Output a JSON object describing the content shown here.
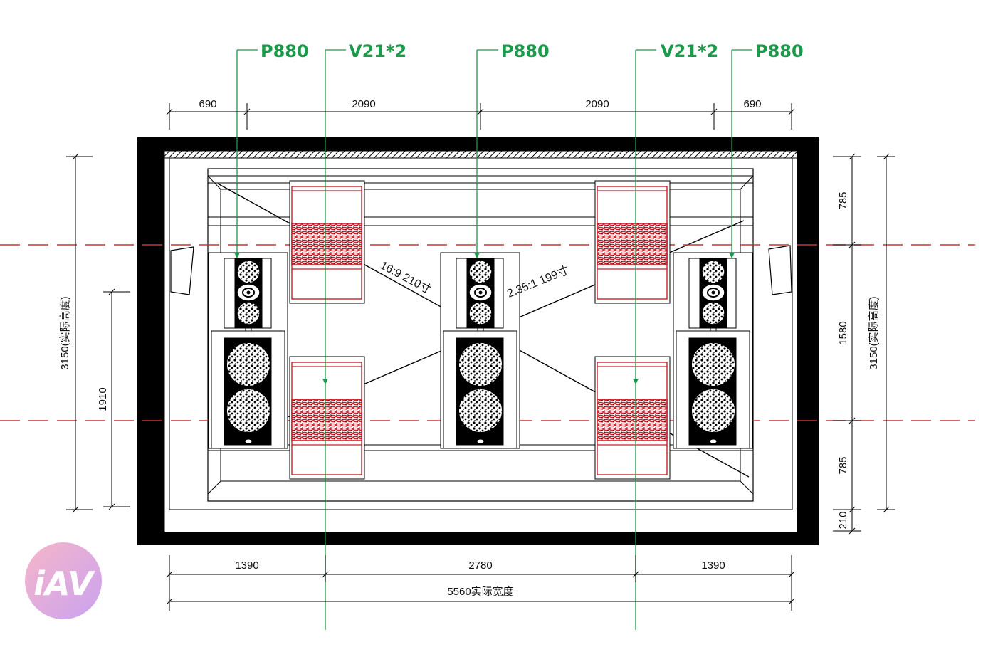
{
  "callouts": [
    {
      "label": "P880"
    },
    {
      "label": "V21*2"
    },
    {
      "label": "P880"
    },
    {
      "label": "V21*2"
    },
    {
      "label": "P880"
    }
  ],
  "dimensions": {
    "top": [
      "690",
      "2090",
      "2090",
      "690"
    ],
    "bottom": [
      "1390",
      "2780",
      "1390"
    ],
    "total_width": "5560实际宽度",
    "left_height": "3150(实际高度)",
    "left_screen": "1910",
    "right_height": "3150(实际高度)",
    "right_segments": [
      "785",
      "1580",
      "785",
      "210"
    ]
  },
  "screen_labels": {
    "ratio_169": "16:9 210寸",
    "ratio_235": "2.35:1   199寸"
  },
  "logo": {
    "text": "iAV"
  },
  "colors": {
    "callout": "#1a9a4a",
    "speaker_red": "#cc1f2a",
    "seat_line": "#cc3333",
    "wall": "#000000"
  }
}
